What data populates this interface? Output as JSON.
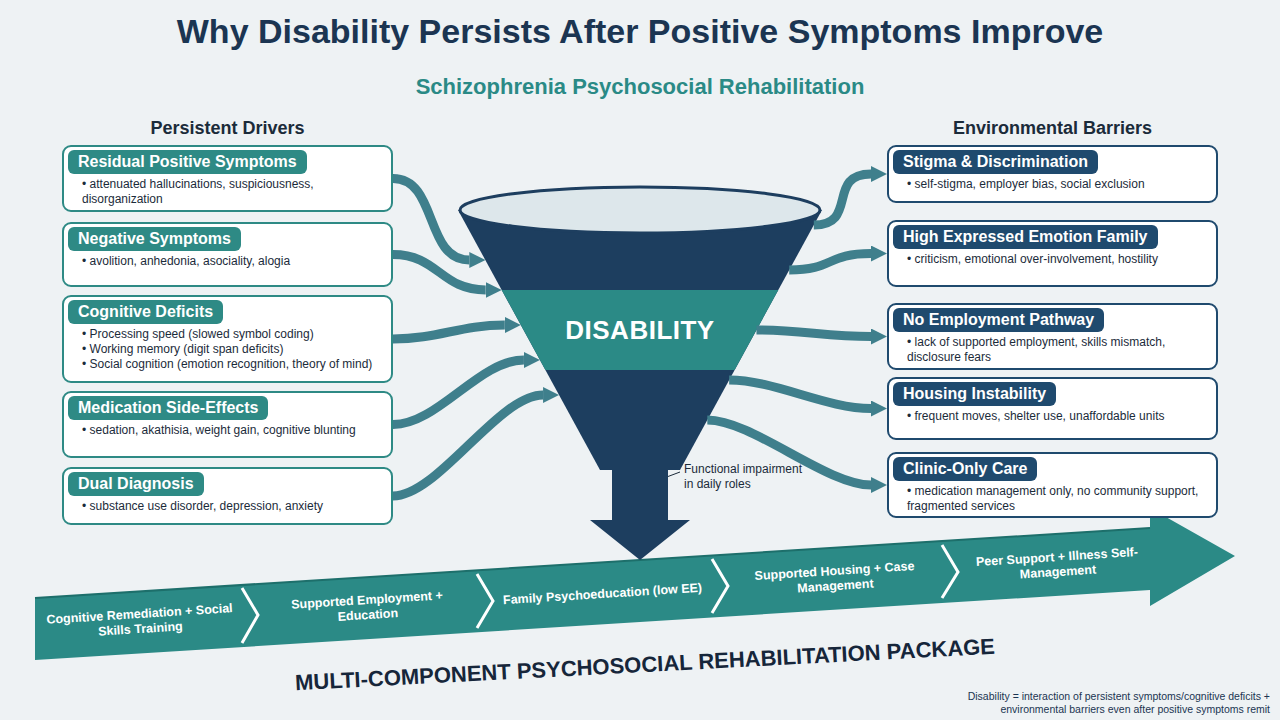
{
  "diagram": {
    "title": "Why Disability Persists After Positive Symptoms Improve",
    "nodes": [
      {
        "text": [
          "Residual Positive Symptoms",
          "• attenuated hallucinations, suspiciousness, disorganization"
        ]
      },
      {
        "text": [
          "Negative Symptoms",
          "• avolition, anhedonia, asociality, alogia"
        ]
      },
      {
        "text": [
          "Cognitive Deficits",
          "• Processing speed (slowed symbol coding)",
          "• Working memory (digit span deficits)",
          "• Social cognition (emotion recognition, theory of mind)"
        ]
      },
      {
        "text": [
          "Medication Side-Effects",
          "• sedation, akathisia, weight gain, cognitive blunting"
        ]
      },
      {
        "text": [
          "Dual Diagnosis",
          "• substance use disorder, depression, anxiety"
        ]
      },
      {
        "text": [
          "DISABILITY"
        ]
      },
      {
        "text": [
          "Stigma & Discrimination",
          "• self-stigma, employer bias, social exclusion"
        ]
      },
      {
        "text": [
          "High Expressed Emotion Family",
          "• criticism, emotional over-involvement, hostility"
        ]
      },
      {
        "text": [
          "No Employment Pathway",
          "• lack of supported employment, skills mismatch, disclosure fears"
        ]
      },
      {
        "text": [
          "Housing Instability",
          "• frequent moves, shelter use, unaffordable units"
        ]
      },
      {
        "text": [
          "Clinic-Only Care",
          "• medication management only, no community support, fragmented services"
        ]
      },
      {
        "text": [
          "Cognitive Remediation + Social Skills Training"
        ]
      },
      {
        "text": [
          "Supported Employment + Education"
        ]
      },
      {
        "text": [
          "Family Psychoeducation (low EE)"
        ]
      },
      {
        "text": [
          "Supported Housing + Case Management"
        ]
      },
      {
        "text": [
          "Peer Support + Illness Self-Management"
        ]
      }
    ],
    "edges": [
      {
        "from": 0,
        "to": 5,
        "arrow": "to"
      },
      {
        "from": 1,
        "to": 5,
        "arrow": "to"
      },
      {
        "from": 2,
        "to": 5,
        "arrow": "to"
      },
      {
        "from": 3,
        "to": 5,
        "arrow": "to"
      },
      {
        "from": 4,
        "to": 5,
        "arrow": "to"
      },
      {
        "from": 5,
        "to": 6,
        "arrow": "to"
      },
      {
        "from": 5,
        "to": 7,
        "arrow": "to"
      },
      {
        "from": 5,
        "to": 8,
        "arrow": "to"
      },
      {
        "from": 5,
        "to": 9,
        "arrow": "to"
      },
      {
        "from": 5,
        "to": 10,
        "arrow": "to"
      }
    ],
    "labels": [
      "Schizophrenia Psychosocial Rehabilitation",
      "Persistent Drivers",
      "Environmental Barriers",
      "Functional impairment in daily roles",
      "MULTI-COMPONENT PSYCHOSOCIAL REHABILITATION PACKAGE",
      "Disability = interaction of persistent symptoms/cognitive deficits + environmental barriers even after positive symptoms remit"
    ]
  }
}
